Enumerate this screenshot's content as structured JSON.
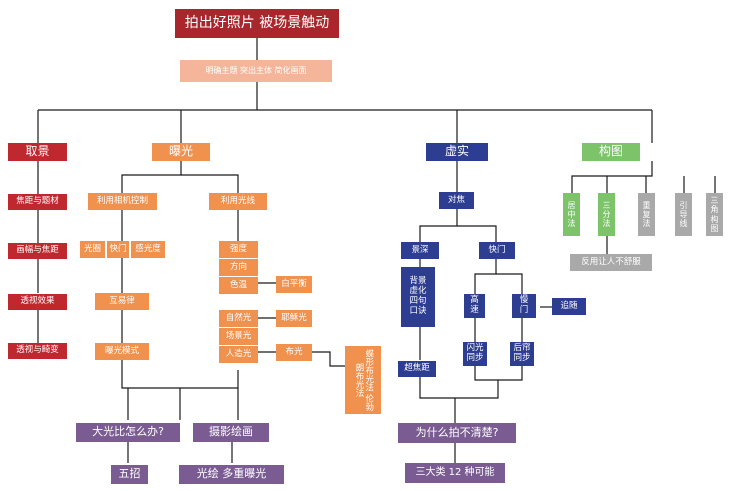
{
  "root": {
    "title": "拍出好照片 被场景触动",
    "subtitle": "明确主题 突出主体 简化画面"
  },
  "branches": {
    "qujing": {
      "label": "取景",
      "items": [
        "焦距与题材",
        "画幅与焦距",
        "透视效果",
        "透视与畸变"
      ]
    },
    "baoguang": {
      "label": "曝光",
      "camera": {
        "label": "利用相机控制",
        "params": [
          "光圈",
          "快门",
          "感光度"
        ],
        "law": "互易律",
        "mode": "曝光模式"
      },
      "light": {
        "label": "利用光线",
        "props": [
          "强度",
          "方向",
          "色温"
        ],
        "white_balance": "白平衡",
        "sources": [
          "自然光",
          "场景光",
          "人造光"
        ],
        "fill_light": "耶稣光",
        "lighting": "布光",
        "methods": "蝶形布光法 伦勃朗布光法"
      },
      "question": "大光比怎么办?",
      "answer": "五招",
      "painting": "摄影绘画",
      "painting_detail": "光绘 多重曝光"
    },
    "xushi": {
      "label": "虚实",
      "focus": "对焦",
      "depth": "景深",
      "depth_mnemonic": "背景虚化四句口诀",
      "hyperfocal": "超焦距",
      "shutter": "快门",
      "high": "高速",
      "slow": "慢门",
      "follow": "追随",
      "flash_sync": "闪光同步",
      "rear_sync": "后帘同步",
      "question": "为什么拍不清楚?",
      "answer": "三大类 12 种可能"
    },
    "goutu": {
      "label": "构图",
      "methods": [
        "居中法",
        "三分法",
        "重复法",
        "引导线",
        "三角构图"
      ],
      "note": "反用让人不舒服"
    }
  },
  "colors": {
    "red": "#c0282f",
    "orange": "#f0914e",
    "navy": "#2d3d92",
    "green": "#7cc36a",
    "grey": "#a9a9a9",
    "purple": "#7a5c93",
    "pink": "#f5b59a"
  }
}
